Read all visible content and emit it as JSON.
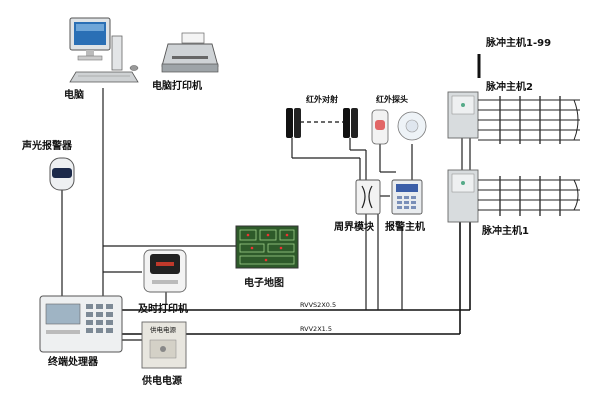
{
  "labels": {
    "computer": "电脑",
    "computer_printer": "电脑打印机",
    "sound_light_alarm": "声光报警器",
    "infrared_beam": "红外对射",
    "infrared_detector": "红外探头",
    "perimeter_module": "周界模块",
    "alarm_host": "报警主机",
    "electronic_map": "电子地图",
    "instant_printer": "及时打印机",
    "terminal_processor": "终端处理器",
    "power_supply": "供电电源",
    "power_supply_device_text": "供电电源",
    "pulse_host_range": "脉冲主机1-99",
    "pulse_host_2": "脉冲主机2",
    "pulse_host_1": "脉冲主机1",
    "cable_1": "RVVS2X0.5",
    "cable_2": "RVV2X1.5"
  },
  "colors": {
    "wire": "#222222",
    "device_grey": "#d8dcde",
    "panel_green": "#2e5a2a",
    "keypad_blue": "#3b5ea8",
    "printer_red": "#c0392b"
  }
}
